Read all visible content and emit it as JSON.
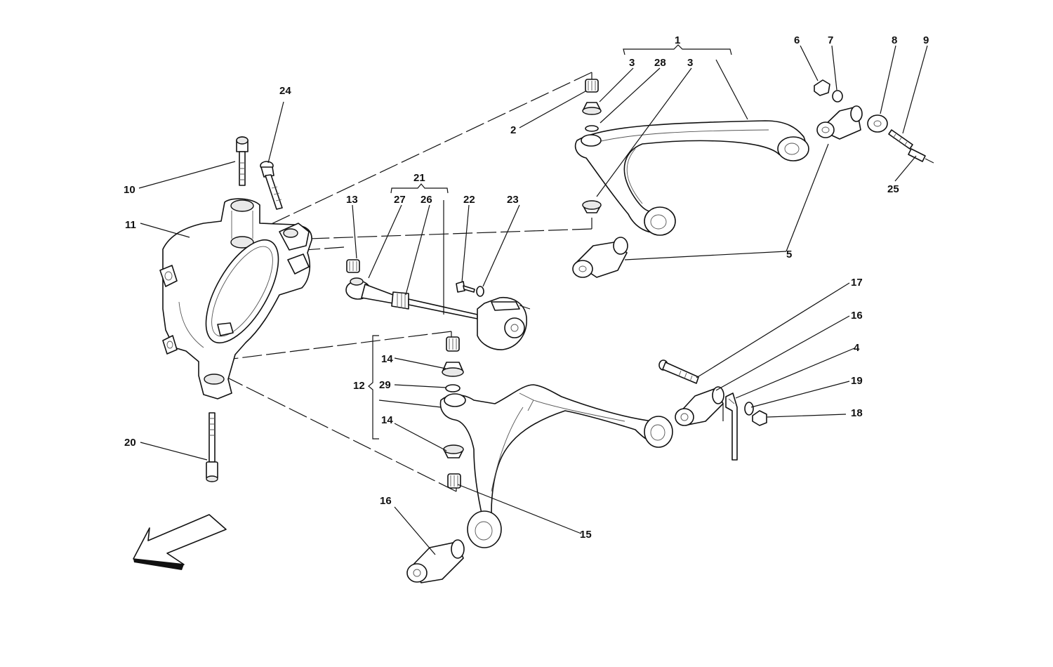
{
  "callouts": {
    "c1": "1",
    "c2": "2",
    "c3a": "3",
    "c3b": "3",
    "c4": "4",
    "c5": "5",
    "c6": "6",
    "c7": "7",
    "c8": "8",
    "c9": "9",
    "c10": "10",
    "c11": "11",
    "c12": "12",
    "c13": "13",
    "c14a": "14",
    "c14b": "14",
    "c15": "15",
    "c16a": "16",
    "c16b": "16",
    "c17": "17",
    "c18": "18",
    "c19": "19",
    "c20": "20",
    "c21": "21",
    "c22": "22",
    "c23": "23",
    "c24": "24",
    "c25": "25",
    "c26": "26",
    "c27": "27",
    "c28": "28",
    "c29": "29"
  },
  "direction_arrow": {
    "icon": "front-direction-arrow-icon"
  }
}
